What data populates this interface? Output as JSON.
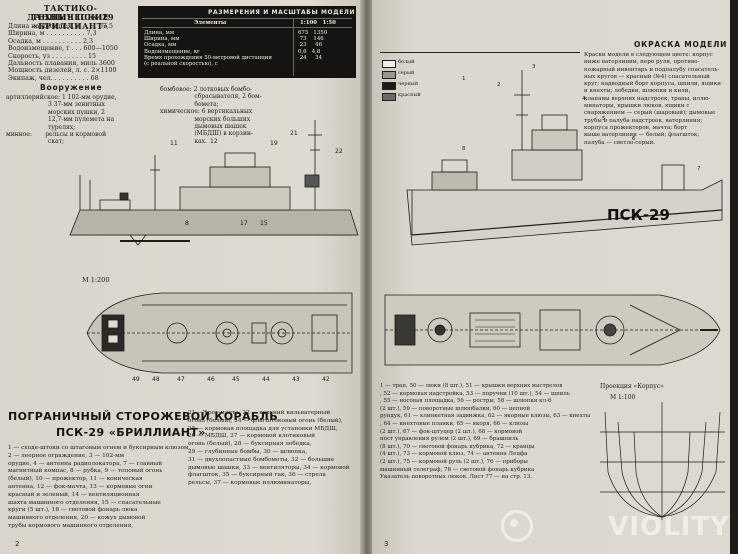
{
  "left_page": {
    "specs_title_1": "ТАКТИКО-ТЕХНИЧЕСКИЕ",
    "specs_title_2": "ДАННЫЕ ПСК-29 «БРИЛЛИАНТ»",
    "specs_lines": "Длина наибольшая, м . . . . 67,5\nШирина, м . . . . . . . . . . 7,3\nОсадка, м . . . . . . . . . . 2,3\nВодоизмещение, т . . . 600—1050\nСкорость, уз . . . . . . . . . 15\nДальность плавания, миль 3600\nМощность дизелей, л. с. 2×1100\nЭкипаж, чел. . . . . . . . . . 68",
    "armament_title": "Вооружение",
    "armament_left": "артиллерийское: 1 102-мм орудие,\n                      3 37-мм зенитных\n                      морских пушки, 2\n                      12,7-мм пулемета на\n                      турелях;\nминное:       рельсы и кормовой\n                      скат;",
    "armament_right": "бомбовое: 2 лотковых бомбо-\n                  сбрасывателя, 2 бом-\n                  бомета;\nхимическое: 6 вертикальных\n                  морских больших\n                  дымовых шашек\n                  (МБДШ) в корзин-\n                  ках.",
    "table_title": "РАЗМЕРЕНИЯ И МАСШТАБЫ МОДЕЛИ",
    "table_col_head": "Элементы",
    "table_scales": "1:100   1:50",
    "table_rows": "Длина, мм\nШирина, мм\nОсадка, мм\nВодоизмещение, кг\nВремя прохождения 50-метровой дистанции\n(с реальной скоростью), с",
    "table_values": "675   1350\n 73    146\n 23     46\n0,6   4,8\n 24     34",
    "scale_label": "М 1:200",
    "ship_title_1": "ПОГРАНИЧНЫЙ СТОРОЖЕВОЙ КОРАБЛЬ",
    "ship_title_2": "ПСК-29 «БРИЛЛИАНТ»",
    "legend_col1": "1 — сходе-штоки со штаговым огнем и буксирным клюзом,\n2 — леерное ограждение, 3 — 102-мм\nорудие, 4 — антенна радиолокатора, 7 — главный\nмагнитный компас, 8 — рубка, 9 — топовый огонь\n(белый), 10 — прожектор, 11 — коническая\nантенна, 12 — фок-мачта, 13 — кормовые огни\nкрасный и зеленый, 14 — вентиляционная\nшахта машинного отделения, 15 — спасательные\nкруги (5 шт.), 18 — световой фонарь люка\nмашинного отделения, 20 — кожух дымовой\nтрубы кормового машинного отделения,",
    "legend_col2": "21 — грот-мачта, 22 — верхний кильватерный\nогонь (белый), 24 — флагштоковый огонь (белый),\n25 — кормовая площадка для установки МБДШ,\n26 — МБДШ, 27 — кормовой клотиковый\nогонь (белый), 28 — буксирная лебедка,\n29 — глубинные бомбы, 30 — шлюпка,\n31 — двухлопастные бомбометы, 32 — большие\nдымовые шашки, 33 — вентиляторы, 34 — кормовой\nфлагшток, 35 — буксирный гак, 36 — стрела\nрельсы, 37 — кормовые иллюминаторы,",
    "page_number": "2"
  },
  "right_page": {
    "header_label": "ОКРАСКА МОДЕЛИ",
    "color_swatches": [
      "белый",
      "серый",
      "черный",
      "красный"
    ],
    "paint_text": "Краски модели в следующем цвете: корпус\nниже ватерлинии, перо руля, противо-\nпожарный инвентарь и подпалубу спасатель-\nных кругов — красный (№4) спасательный\nкруг; надводный борт корпуса, шпили, ящики\nи кнехты; лебедки, шлюпки и кили,\nклапаны верхних надстроек, трапы, иллю-\nминаторы, крышки люков, ящики с\nснаряжением — серый (шаровый); дымовые\nтрубы и палуба надстроек, ватерлиния;\nкорпуса прожекторов, мачта; борт\nвыше ватерлинии — белый; флагшток;\nпалуба — светло-серый.",
    "hull_label": "ПСК-29",
    "scale_label": "М 1:100",
    "projection_label": "Проекция «Корпус»",
    "legend_text": "1 — трап, 50 — люки (8 шт.), 51 — крышки верхних выстрелов\n, 52 — кормовая надстройка, 53 — поручни (10 шт.), 54 — шпиль\n, 55 — носовая площадка, 56 — ростры, 58 — шлюпки кл-6\n(2 шт.), 59 — поворотные шлюпбалки, 60 — цепной\nрундук, 61 — клинкетная задвижка, 62 — якорные клюзы, 63 — кнехты\n, 64 — кнехтовые планки, 65 — якоря, 66 — клюзы\n(2 шт.), 67 — фок-штуцер (2 шт.), 68 — кормовой\nпост управления рулем (2 шт.), 69 — брашпиль\n(8 шт.), 70 — световой фонарь кубрика, 72 — кранцы\n(4 шт.), 73 — кормовой клюз, 74 — антенна Лоцфа\n(2 шт.), 75 — кормовой руль (2 шт.), 76 — приборы\nмашинный телеграф, 78 — световой фонарь кубрика\nУказатель поворотных люков. Лист 77 — на стр. 13.",
    "page_number": "3",
    "watermark": "VIOLITY"
  }
}
